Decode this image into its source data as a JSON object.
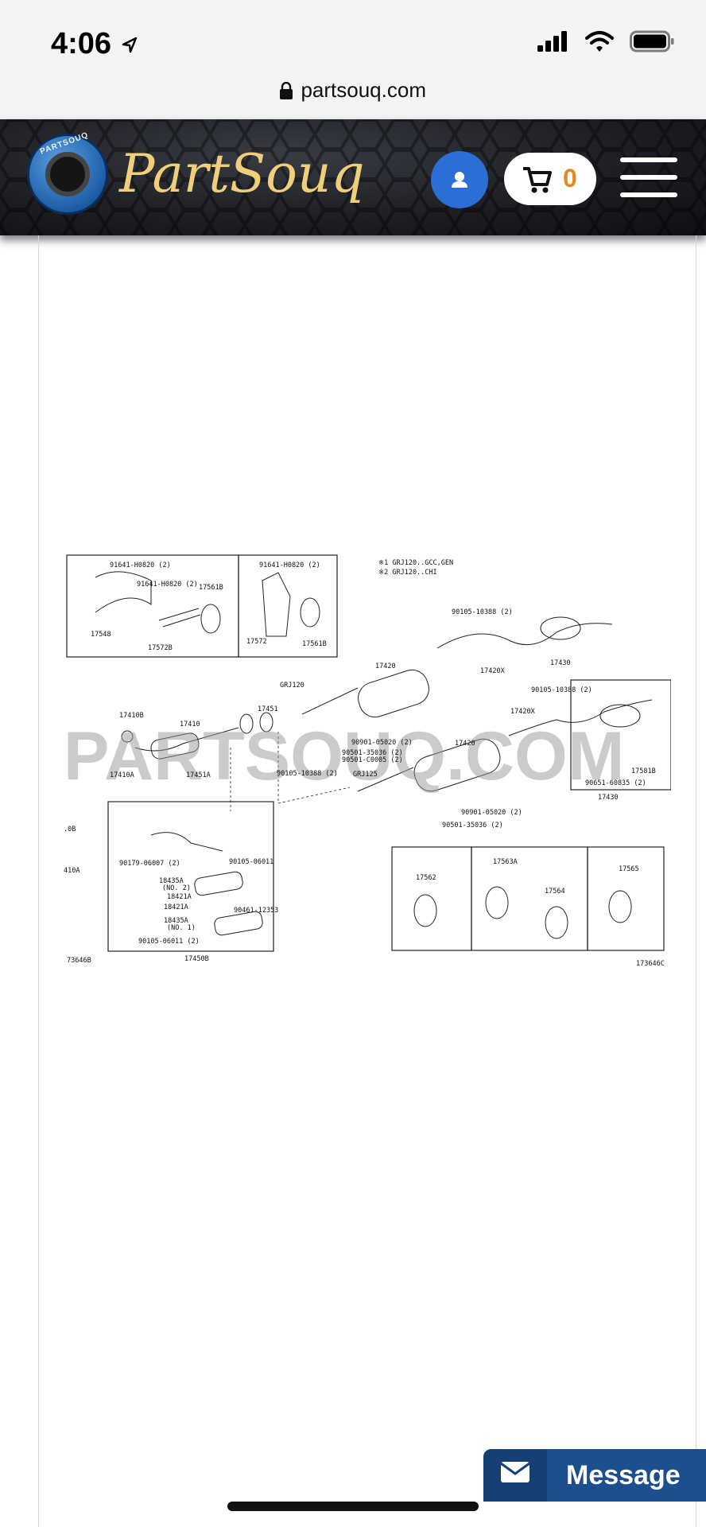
{
  "status_bar": {
    "time": "4:06"
  },
  "browser": {
    "url": "partsouq.com"
  },
  "header": {
    "brand": "PartSouq",
    "logo_text": "PARTSOUQ",
    "cart_count": "0"
  },
  "diagram": {
    "notes": [
      "※1  GRJ120..GCC,GEN",
      "※2  GRJ120..CHI"
    ],
    "watermark": "PARTSOUQ.COM",
    "figure_left": "73646B",
    "figure_right": "173646C",
    "parts": [
      "91641-H0820 (2)",
      "91641-H0820 (2)",
      "17561B",
      "17548",
      "17572B",
      "91641-H0820 (2)",
      "17572",
      "17561B",
      "GRJ120",
      "17420",
      "90105-10388 (2)",
      "17420X",
      "17430",
      "17410B",
      "17410",
      "17451",
      "90105-10388 (2)",
      "17420X",
      "17420",
      "17410A",
      "17451A",
      "90105-10388 (2)",
      "GRJ125",
      "90901-05020 (2)",
      "90501-35036 (2)",
      "90501-C0005 (2)",
      "17581B",
      "90651-60835 (2)",
      "17430",
      "90901-05020 (2)",
      "90501-35036 (2)",
      "90179-06007 (2)",
      "90105-06011",
      "18435A",
      "(NO. 2)",
      "18421A",
      "18421A",
      "90461-12353",
      "18435A",
      "(NO. 1)",
      "90105-06011 (2)",
      "17450B",
      "17562",
      "17563A",
      "17564",
      "17565",
      ".0B",
      "410A"
    ]
  },
  "message_button": {
    "label": "Message"
  }
}
